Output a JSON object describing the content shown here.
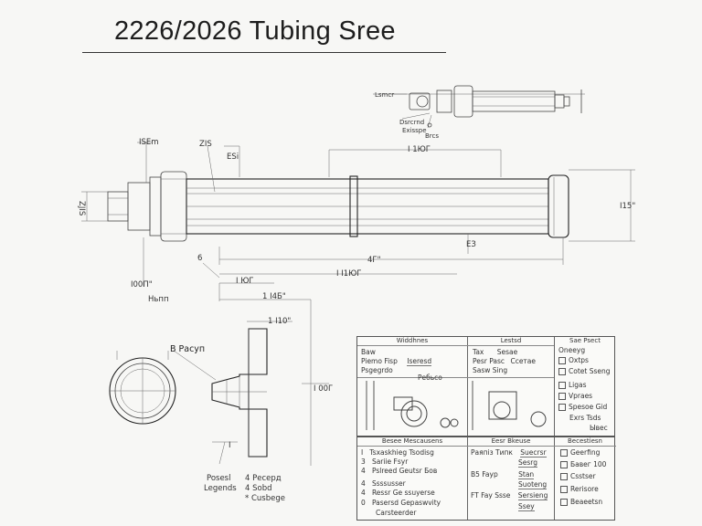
{
  "title": "2226/2026  Tubing Sree",
  "dims": {
    "top_left_a": "ISEm",
    "top_left_b": "ZIS",
    "top_left_c": "ESi",
    "left_height": "ZJIS",
    "main_span": "I 1ЮГ",
    "overall_len": "4Г\"",
    "right_height": "I15\"",
    "mid_mark": "ЕЗ",
    "b_mark": "6",
    "left_lower": "I00П\"",
    "left_lower2": "Ньпп",
    "span_a": "I ЮГ",
    "span_b": "1 I4Б\"",
    "span_c": "1 I10\"",
    "span_d": "I I1ЮГ",
    "vert_dim": "I 00Г",
    "top_detail_a": "Lsmcr",
    "top_detail_b": "Dsrcrnd",
    "top_detail_c": "Exisspe",
    "top_detail_d": "Brcs"
  },
  "lower_section": {
    "callout": "B Расуп",
    "note_a": "I",
    "legend": [
      {
        "left": "Posesl",
        "right": "4 Ресерд"
      },
      {
        "left": "Legends",
        "right": "4 Sobd"
      },
      {
        "left": "",
        "right": "* Cusbege"
      }
    ]
  },
  "table_top": {
    "headers": [
      "Widdhnes",
      "Lestsd",
      "Sae Psect"
    ],
    "left_rows": [
      {
        "label": "Ваw",
        "value": ""
      },
      {
        "label": "Piemo Fisp",
        "value": "Iseresd"
      },
      {
        "label": "Psgegrdo",
        "value": ""
      }
    ],
    "left_sub": "Ребьсо",
    "mid_rows": [
      {
        "label": "Tax",
        "value": "Sesae"
      },
      {
        "label": "Pesr Pasc",
        "value": "Ссетае"
      },
      {
        "label": "Sasw Sing",
        "value": ""
      }
    ],
    "right_rows": [
      "Oneeyg",
      "Oxtps",
      "Cotet Sseng",
      "Ligas",
      "Vpraes",
      "Spesoe Gid",
      "Exrs Tsds",
      "Ывес"
    ]
  },
  "table_bottom": {
    "headers": [
      "Besee Mescausens",
      "Eesr Bkeuse",
      "Becestiesn"
    ],
    "left_rows": [
      {
        "num": "I",
        "text": "Tsxaskhieg Tsodisg"
      },
      {
        "num": "3",
        "text": "Sariie Fsyr"
      },
      {
        "num": "4",
        "text": "Pslreed Geutsr Бов"
      },
      {
        "num": "4",
        "text": "Ssssusser"
      },
      {
        "num": "4",
        "text": "Ressr Ge ssuyerse"
      },
      {
        "num": "0",
        "text": "Pasersd Gepaswvity"
      },
      {
        "num": "",
        "text": "Carsteerder"
      }
    ],
    "mid_rows": [
      {
        "label": "Раяпіз Типк",
        "value": "Suecrsr"
      },
      {
        "label": "",
        "value": "Sesrg"
      },
      {
        "label": "B5 Fayp",
        "value": "Stan"
      },
      {
        "label": "",
        "value": "Suoteng"
      },
      {
        "label": "FT Fay Ssse",
        "value": "Sersieng"
      },
      {
        "label": "",
        "value": "Ssey"
      }
    ],
    "right_rows": [
      "Geerfing",
      "Бавег 100",
      "Сsstser",
      "Rerisore",
      "Beaeetsn"
    ]
  }
}
